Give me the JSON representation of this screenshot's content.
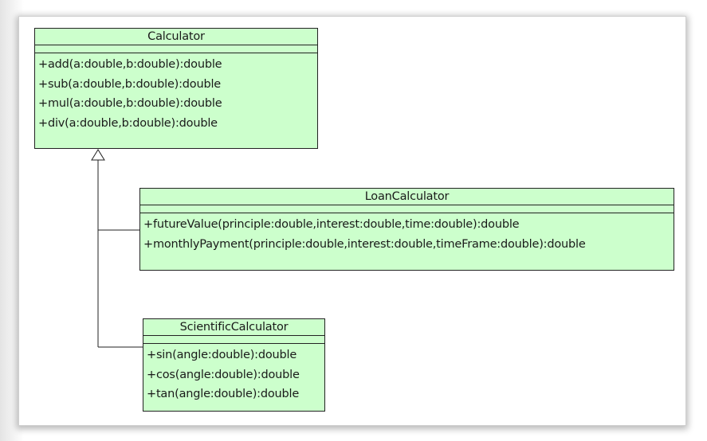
{
  "diagram": {
    "classes": [
      {
        "id": "calculator",
        "name": "Calculator",
        "operations": [
          "+add(a:double,b:double):double",
          "+sub(a:double,b:double):double",
          "+mul(a:double,b:double):double",
          "+div(a:double,b:double):double"
        ]
      },
      {
        "id": "loan-calculator",
        "name": "LoanCalculator",
        "operations": [
          "+futureValue(principle:double,interest:double,time:double):double",
          "+monthlyPayment(principle:double,interest:double,timeFrame:double):double"
        ]
      },
      {
        "id": "scientific-calculator",
        "name": "ScientificCalculator",
        "operations": [
          "+sin(angle:double):double",
          "+cos(angle:double):double",
          "+tan(angle:double):double"
        ]
      }
    ],
    "relations": [
      {
        "type": "generalization",
        "from": "loan-calculator",
        "to": "calculator"
      },
      {
        "type": "generalization",
        "from": "scientific-calculator",
        "to": "calculator"
      }
    ],
    "colors": {
      "class_fill": "#ccffcc",
      "line": "#222222"
    }
  }
}
